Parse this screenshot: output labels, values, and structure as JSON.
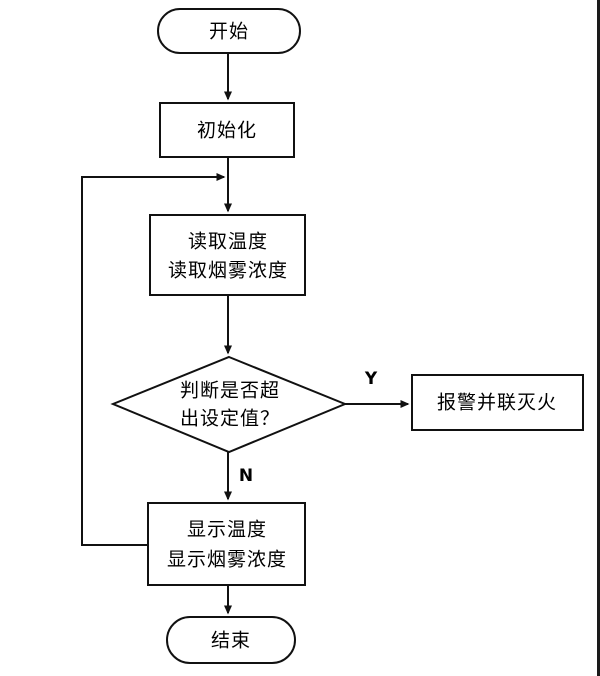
{
  "diagram": {
    "kind": "flowchart",
    "title_text": "",
    "background_color": "#ffffff",
    "line_color": "#111111",
    "text_color": "#000000",
    "nodes": [
      {
        "id": "start",
        "shape": "terminator",
        "label": "开始"
      },
      {
        "id": "init",
        "shape": "process",
        "label": "初始化"
      },
      {
        "id": "read1",
        "shape": "process",
        "label_line1": "读取温度",
        "label_line2": "读取烟雾浓度"
      },
      {
        "id": "decision",
        "shape": "decision",
        "label_line1": "判断是否超",
        "label_line2": "出设定值？"
      },
      {
        "id": "alarm",
        "shape": "process",
        "label": "报警并联灭火"
      },
      {
        "id": "display",
        "shape": "process",
        "label_line1": "显示温度",
        "label_line2": "显示烟雾浓度"
      },
      {
        "id": "end",
        "shape": "terminator",
        "label": "结束"
      }
    ],
    "edges": [
      {
        "from": "start",
        "to": "init",
        "label": ""
      },
      {
        "from": "init",
        "to": "read1",
        "label": ""
      },
      {
        "from": "read1",
        "to": "decision",
        "label": ""
      },
      {
        "from": "decision",
        "to": "alarm",
        "label": "Y"
      },
      {
        "from": "decision",
        "to": "display",
        "label": "N"
      },
      {
        "from": "display",
        "to": "end",
        "label": ""
      },
      {
        "from": "display",
        "to": "read1",
        "label": ""
      }
    ],
    "branch_labels": {
      "yes": "Y",
      "no": "N"
    }
  }
}
